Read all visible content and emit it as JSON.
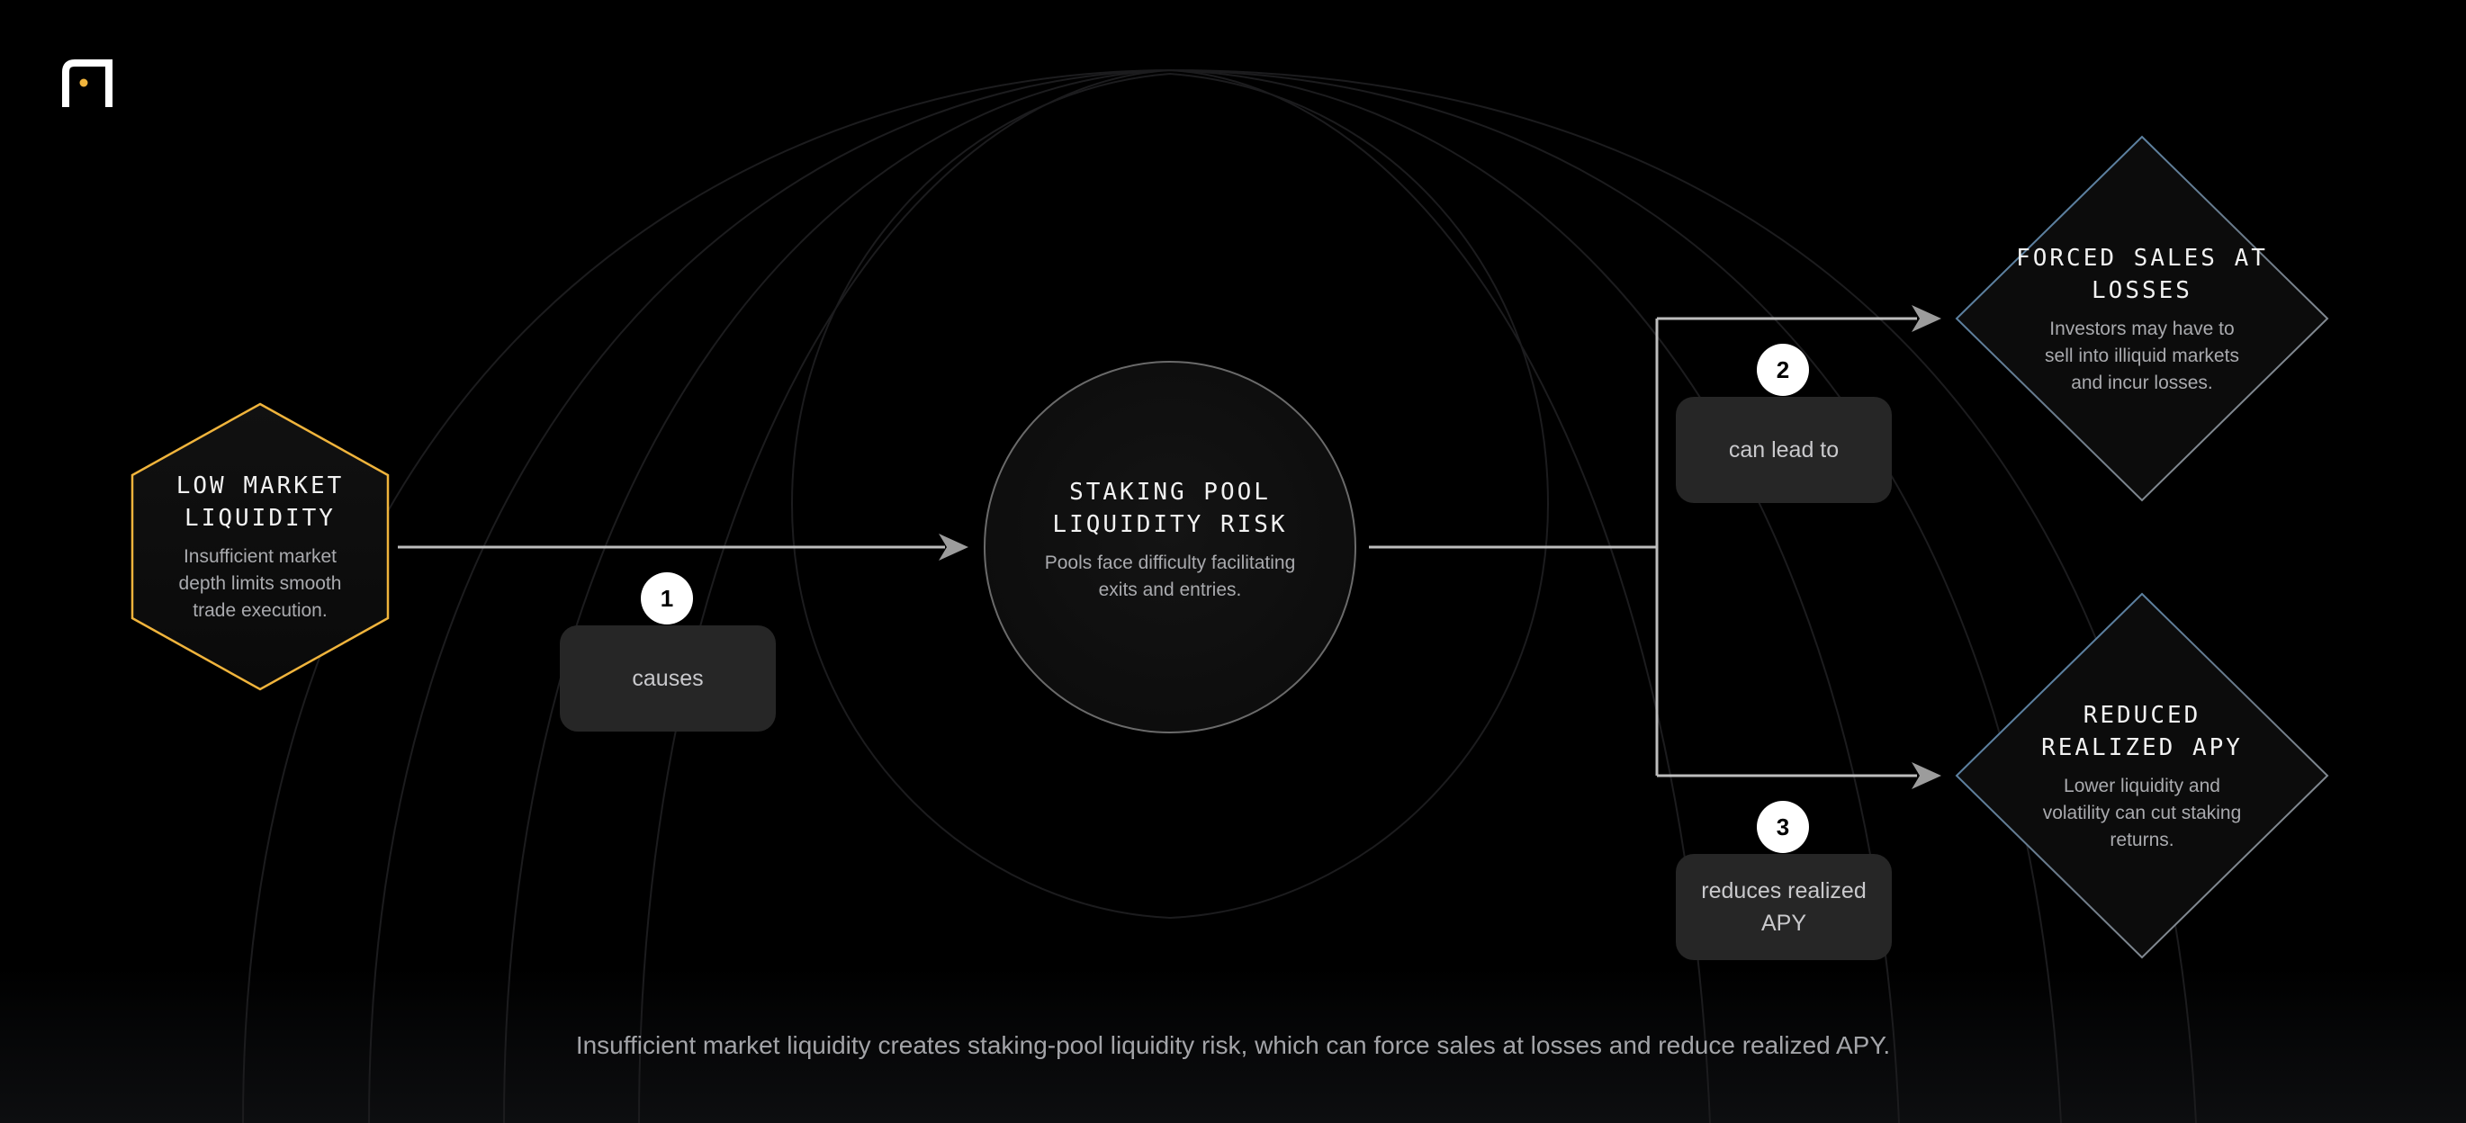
{
  "nodes": {
    "low_market_liquidity": {
      "title_lines": [
        "LOW MARKET",
        "LIQUIDITY"
      ],
      "description_lines": [
        "Insufficient market",
        "depth limits smooth",
        "trade execution."
      ],
      "border_color": "#f0b43c"
    },
    "staking_pool_risk": {
      "title_lines": [
        "STAKING POOL",
        "LIQUIDITY RISK"
      ],
      "description_lines": [
        "Pools face difficulty facilitating",
        "exits and entries."
      ]
    },
    "forced_sales": {
      "title_lines": [
        "FORCED SALES AT",
        "LOSSES"
      ],
      "description_lines": [
        "Investors may have to",
        "sell into illiquid markets",
        "and incur losses."
      ]
    },
    "reduced_apy": {
      "title_lines": [
        "REDUCED",
        "REALIZED APY"
      ],
      "description_lines": [
        "Lower liquidity and",
        "volatility can cut staking",
        "returns."
      ]
    }
  },
  "edges": [
    {
      "step": "1",
      "label": "causes"
    },
    {
      "step": "2",
      "label": "can lead to"
    },
    {
      "step": "3",
      "label": "reduces realized APY"
    }
  ],
  "caption": "Insufficient market liquidity creates staking-pool liquidity risk, which can force sales at losses and reduce realized APY.",
  "colors": {
    "background": "#000000",
    "accent": "#f0b43c",
    "diamond_border": "#5b8fb9",
    "circle_border": "#6a6a6a",
    "label_box": "#262626"
  },
  "icons": {
    "logo": "brand-logo-icon"
  }
}
